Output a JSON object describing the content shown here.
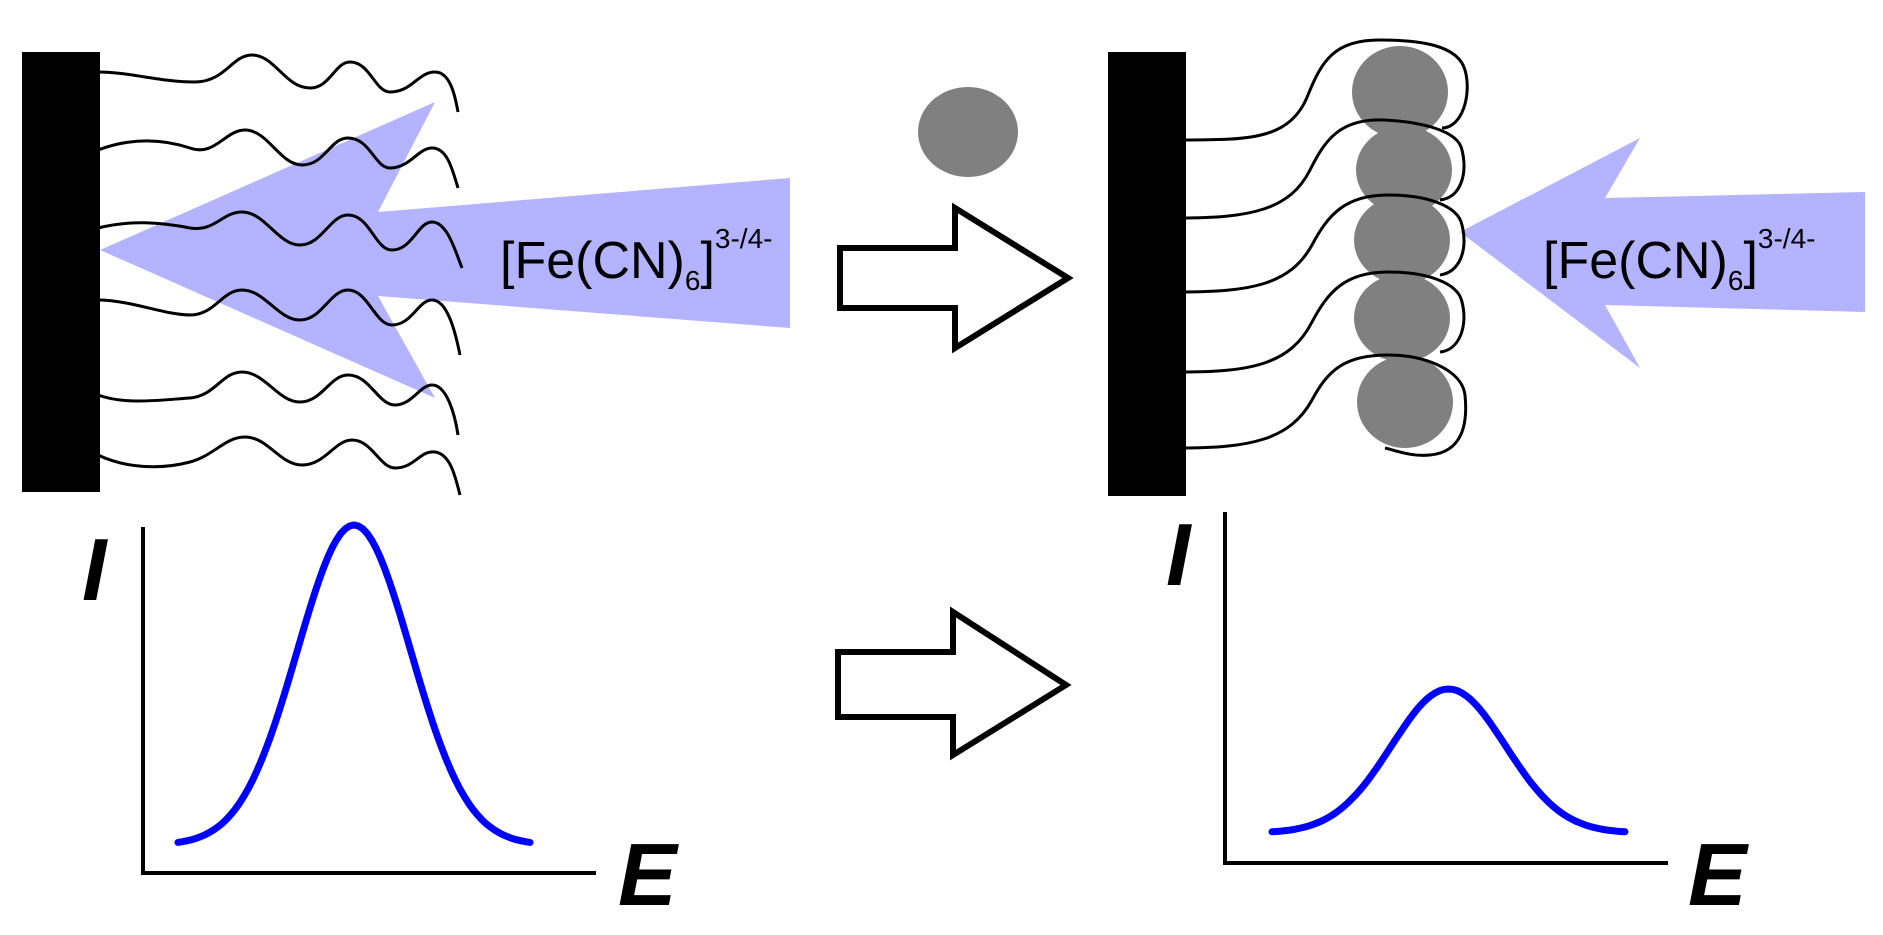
{
  "left_panel": {
    "probe_label_main": "[Fe(CN)",
    "probe_label_sub": "6",
    "probe_label_close": "]",
    "probe_label_charge": "3-/4-"
  },
  "right_panel": {
    "probe_label_main": "[Fe(CN)",
    "probe_label_sub": "6",
    "probe_label_close": "]",
    "probe_label_charge": "3-/4-"
  },
  "plots": {
    "y_axis_label": "I",
    "x_axis_label": "E"
  },
  "colors": {
    "electrode": "#000000",
    "chain": "#000000",
    "probe_arrow": "#b3b3ff",
    "nanoparticle": "#808080",
    "cv_curve": "#0000ff",
    "transition_arrow_fill": "#ffffff",
    "transition_arrow_stroke": "#000000"
  },
  "chart_data": [
    {
      "type": "line",
      "title": "",
      "xlabel": "E",
      "ylabel": "I",
      "series": [
        {
          "shape": "gaussian-peak",
          "peak_relative_height": 1.0
        }
      ]
    },
    {
      "type": "line",
      "title": "",
      "xlabel": "E",
      "ylabel": "I",
      "series": [
        {
          "shape": "gaussian-peak",
          "peak_relative_height": 0.45
        }
      ]
    }
  ]
}
